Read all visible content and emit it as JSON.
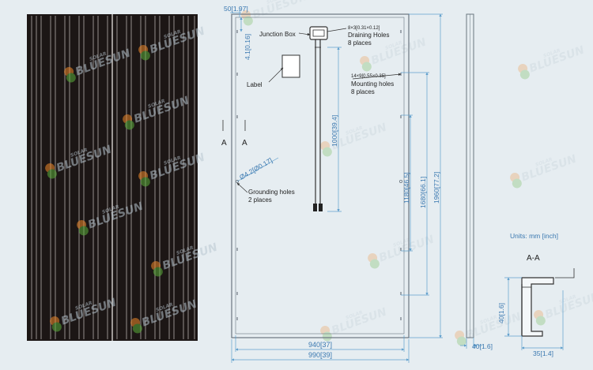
{
  "brand": {
    "watermark_text": "BLUESUN",
    "watermark_subtext": "SOLAR"
  },
  "colors": {
    "background": "#e6edf1",
    "panel_black": "#1c1615",
    "cell_line": "#c9c4c1",
    "drawing_line": "#6a7680",
    "dimension_line": "#5f9fcc",
    "label_text": "#222222",
    "watermark": "#b9c7d1",
    "logo_orange": "#f08a2a",
    "logo_green": "#5aae3a"
  },
  "labels": {
    "junction_box": "Junction Box",
    "label": "Label",
    "draining_spec": "8×3[0.31×0.12]",
    "draining_holes": "Draining Holes",
    "draining_places": "8 places",
    "mounting_spec": "14×9[0.55×0.35]",
    "mounting_holes": "Mounting holes",
    "mounting_places": "8 places",
    "grounding_holes": "Grounding holes",
    "grounding_places": "2 places",
    "section_a_left": "A",
    "section_a_right": "A",
    "units": "Units: mm [inch]",
    "section_title": "A-A"
  },
  "dimensions": {
    "top_offset": "50[1.97]",
    "hole_offset": "4.1[0.16]",
    "ground_diameter": "Ø4.2[Ø0.17]",
    "cable_length": "1000[39.4]",
    "width_inner": "940[37]",
    "width_outer": "990[39]",
    "span_1180": "1180[46.5]",
    "span_1680": "1680[66.1]",
    "height_total": "1960[77.2]",
    "frame_depth": "40[1.6]",
    "section_height": "40[1.6]",
    "section_width": "35[1.4]"
  }
}
